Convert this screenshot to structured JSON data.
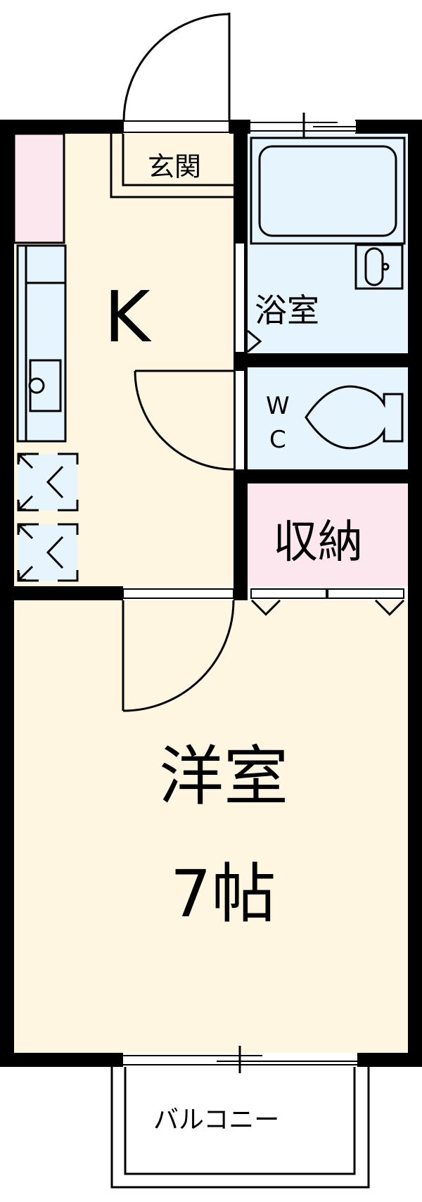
{
  "floor_plan": {
    "type": "1K apartment floor plan",
    "colors": {
      "wall": "#000000",
      "living_fill": "#FEF6E0",
      "wet_fill": "#E5F4FD",
      "storage_fill": "#FDE7EE",
      "exterior": "#FFFFFF"
    },
    "rooms": {
      "entrance": {
        "label": "玄関"
      },
      "kitchen": {
        "label": "K"
      },
      "bath": {
        "label": "浴室"
      },
      "toilet": {
        "label_line1": "W",
        "label_line2": "C"
      },
      "storage": {
        "label": "収納"
      },
      "western_room": {
        "label": "洋室",
        "size": "7帖"
      },
      "balcony": {
        "label": "バルコニー"
      }
    },
    "fixtures": [
      "entrance-door",
      "bathtub",
      "wash-basin",
      "toilet-bowl",
      "kitchen-counter",
      "kitchen-sink",
      "refrigerator-space",
      "washer-space",
      "room-door",
      "closet-doors",
      "sliding-window-bath",
      "sliding-window-balcony"
    ]
  }
}
